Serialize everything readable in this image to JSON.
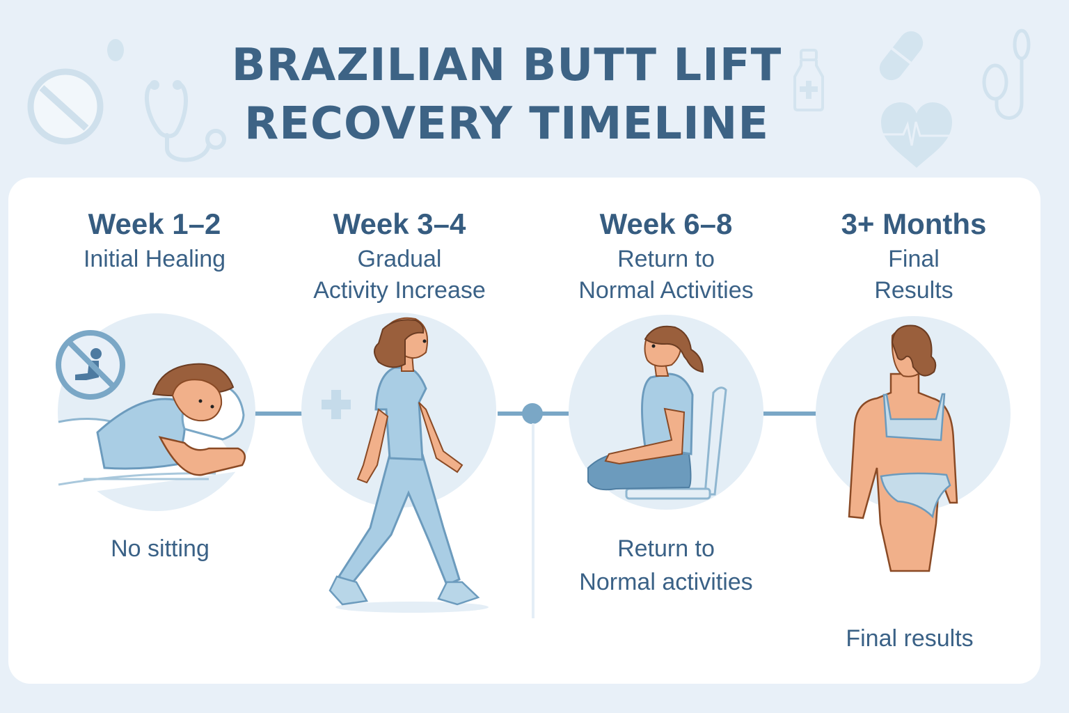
{
  "title": {
    "line1": "BRAZILIAN BUTT LIFT",
    "line2": "RECOVERY TIMELINE"
  },
  "background_icons": [
    "no-symbol-icon",
    "stethoscope-icon",
    "drop-icon",
    "medicine-bottle-icon",
    "pill-capsule-icon",
    "heart-pulse-icon",
    "stethoscope-icon"
  ],
  "colors": {
    "background": "#e8f0f8",
    "card": "#ffffff",
    "text": "#365c80",
    "accent": "#7aa7c6",
    "circle": "#e4eef6",
    "skin": "#f1b08a",
    "hair": "#9a5f3c",
    "clothing": "#a9cde4"
  },
  "stages": [
    {
      "period": "Week 1–2",
      "subtitle_line1": "Initial Healing",
      "subtitle_line2": "",
      "caption_line1": "No sitting",
      "caption_line2": "",
      "illustration": "woman-lying-face-down-on-pillow",
      "badge_icon": "no-sitting-icon"
    },
    {
      "period": "Week 3–4",
      "subtitle_line1": "Gradual",
      "subtitle_line2": "Activity Increase",
      "caption_line1": "",
      "caption_line2": "",
      "illustration": "woman-walking",
      "badge_icon": "medical-cross-icon"
    },
    {
      "period": "Week 6–8",
      "subtitle_line1": "Return to",
      "subtitle_line2": "Normal Activities",
      "caption_line1": "Return to",
      "caption_line2": "Normal activities",
      "illustration": "woman-sitting-on-chair"
    },
    {
      "period": "3+ Months",
      "subtitle_line1": "Final",
      "subtitle_line2": "Results",
      "caption_line1": "Final results",
      "caption_line2": "",
      "illustration": "woman-back-view-final-results"
    }
  ]
}
